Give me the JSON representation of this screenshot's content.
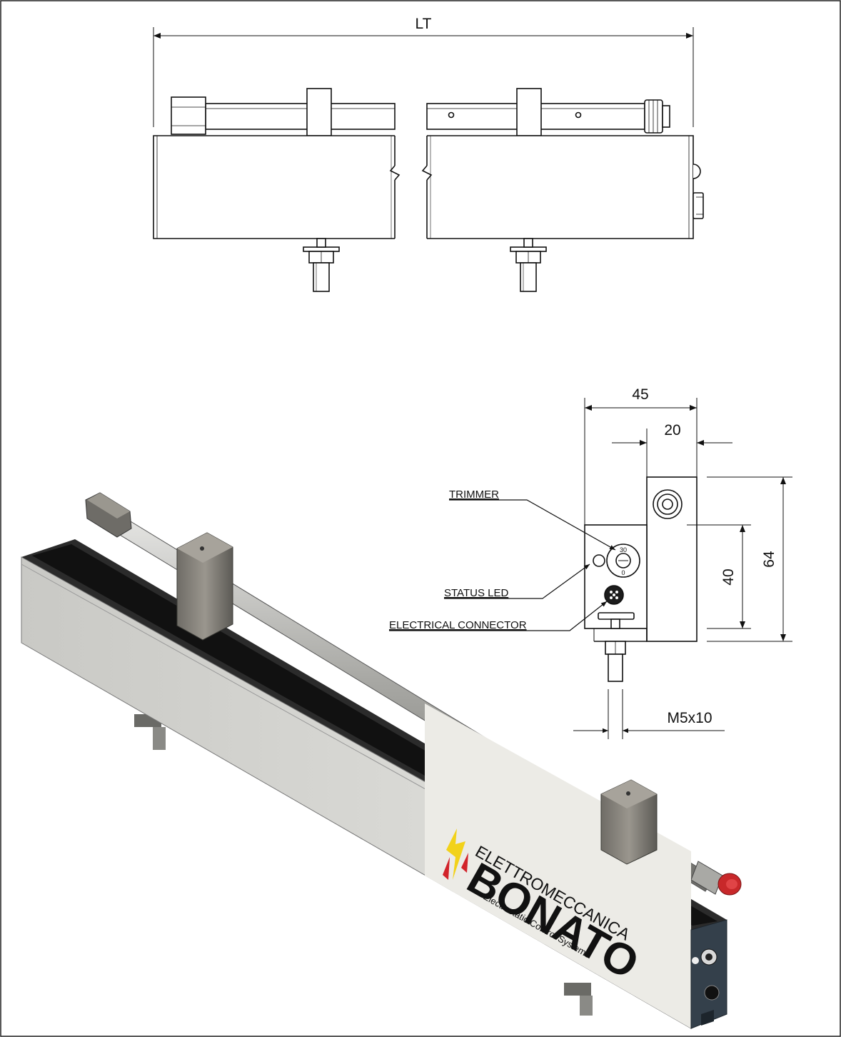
{
  "drawing": {
    "overall_length_label": "LT",
    "dim_width_total": "45",
    "dim_width_partial": "20",
    "dim_height_total": "64",
    "dim_height_partial": "40",
    "thread_spec": "M5x10",
    "trimmer_scale_max": "30",
    "trimmer_scale_min": "0"
  },
  "callouts": {
    "trimmer": "TRIMMER",
    "status_led": "STATUS LED",
    "electrical_connector": "ELECTRICAL CONNECTOR"
  },
  "logo": {
    "brand_top": "ELETTROMECCANICA",
    "brand_main": "BONATO",
    "tagline": "Electrostatic Control Systems"
  },
  "colors": {
    "line": "#111111",
    "body_light": "#d9d9d6",
    "body_mid": "#b9b9b5",
    "end_cap": "#34404b",
    "fitting_red": "#c8282a",
    "logo_yellow": "#f2d21a",
    "logo_red": "#d2232a"
  }
}
